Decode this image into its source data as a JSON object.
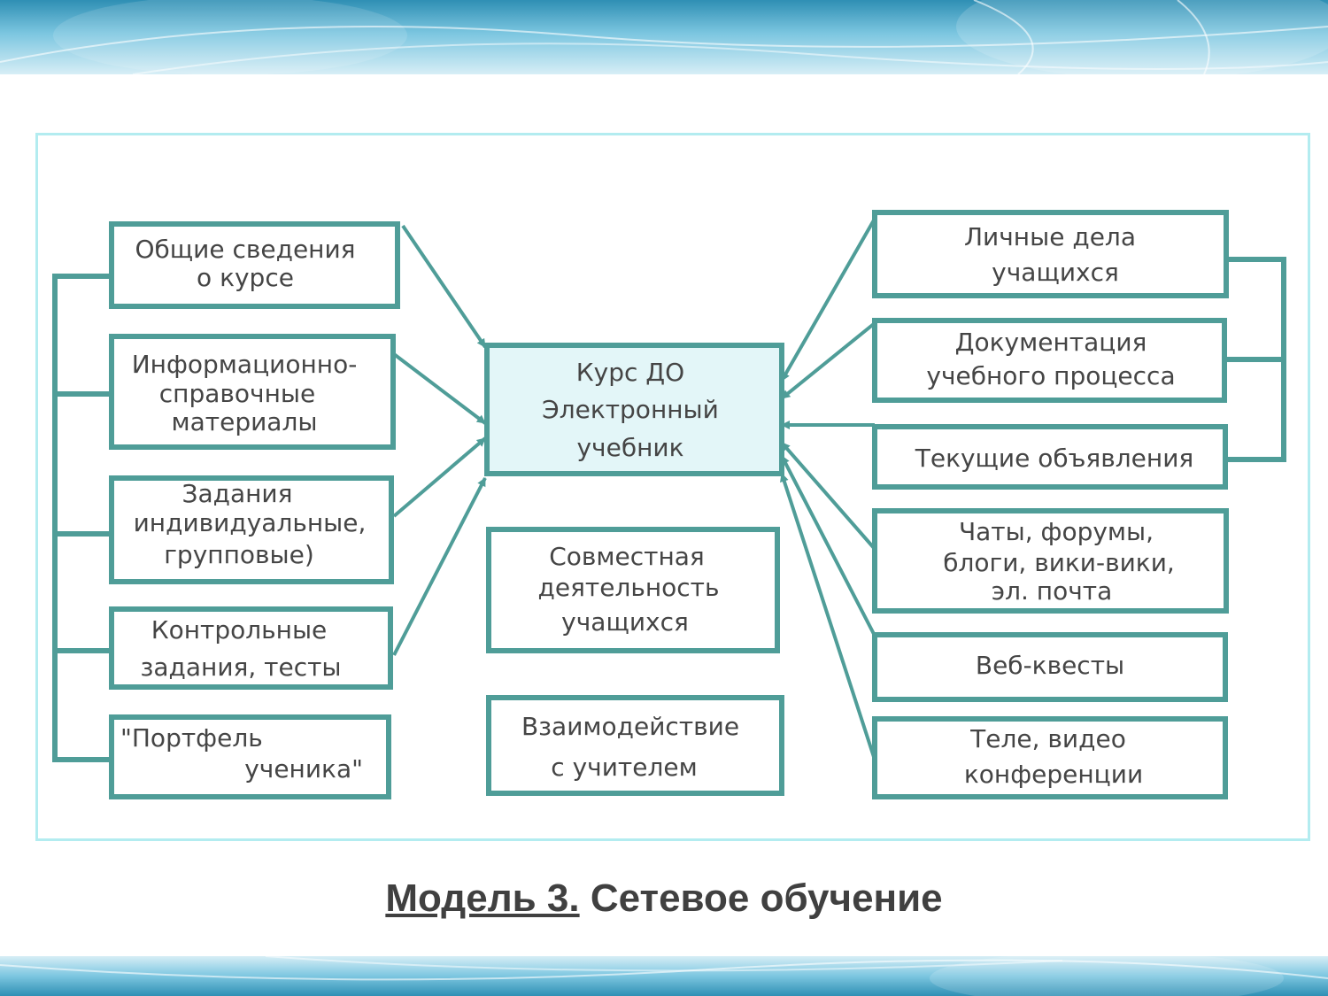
{
  "colors": {
    "box_stroke": "#4f9d98",
    "center_fill": "#e3f6f8",
    "text": "#454545",
    "panel_border": "#b3ecf0"
  },
  "center": {
    "lines": [
      "Курс ДО",
      "Электронный",
      "учебник"
    ]
  },
  "left_items": [
    {
      "lines": [
        "Общие сведения",
        "о курсе"
      ]
    },
    {
      "lines": [
        "Информационно-",
        "справочные",
        "материалы"
      ]
    },
    {
      "lines": [
        "Задания",
        "индивидуальные,",
        "групповые)"
      ]
    },
    {
      "lines": [
        "Контрольные",
        "задания, тесты"
      ]
    },
    {
      "lines": [
        "\"Портфель",
        "ученика\""
      ]
    }
  ],
  "middle_items": [
    {
      "lines": [
        "Совместная",
        "деятельность",
        "учащихся"
      ]
    },
    {
      "lines": [
        "Взаимодействие",
        "с учителем"
      ]
    }
  ],
  "right_items": [
    {
      "lines": [
        "Личные дела",
        "учащихся"
      ]
    },
    {
      "lines": [
        "Документация",
        "учебного процесса"
      ]
    },
    {
      "lines": [
        "Текущие объявления"
      ]
    },
    {
      "lines": [
        "Чаты, форумы,",
        "блоги, вики-вики,",
        "эл. почта"
      ]
    },
    {
      "lines": [
        "Веб-квесты"
      ]
    },
    {
      "lines": [
        "Теле, видео",
        "конференции"
      ]
    }
  ],
  "caption": {
    "model_label": "Модель 3.",
    "title": "Сетевое обучение"
  }
}
